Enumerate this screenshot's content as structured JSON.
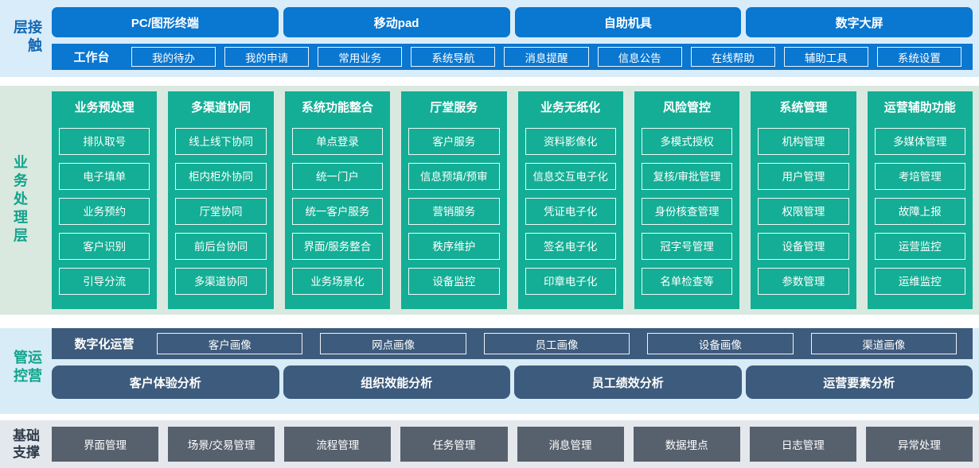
{
  "palette": {
    "blue": "#0a77d0",
    "teal": "#13ae95",
    "slate_blue": "#3d5b7c",
    "dark_gray": "#57616e",
    "contact_band_bg": "#d9ecf9",
    "business_band_bg": "#d9e9e0",
    "operation_band_bg": "#d8ecf7",
    "foundation_band_bg": "#e4e8ec",
    "teal_label_text": "#12a38c",
    "blue_label_text": "#1268b4",
    "dark_label_text": "#2e3b49"
  },
  "layers": {
    "contact": {
      "label": "接触层",
      "channels": [
        "PC/图形终端",
        "移动pad",
        "自助机具",
        "数字大屏"
      ],
      "workbench": {
        "label": "工作台",
        "items": [
          "我的待办",
          "我的申请",
          "常用业务",
          "系统导航",
          "消息提醒",
          "信息公告",
          "在线帮助",
          "辅助工具",
          "系统设置"
        ]
      }
    },
    "business": {
      "label": "业务处理层",
      "columns": [
        {
          "title": "业务预处理",
          "items": [
            "排队取号",
            "电子填单",
            "业务预约",
            "客户识别",
            "引导分流"
          ]
        },
        {
          "title": "多渠道协同",
          "items": [
            "线上线下协同",
            "柜内柜外协同",
            "厅堂协同",
            "前后台协同",
            "多渠道协同"
          ]
        },
        {
          "title": "系统功能整合",
          "items": [
            "单点登录",
            "统一门户",
            "统一客户服务",
            "界面/服务整合",
            "业务场景化"
          ]
        },
        {
          "title": "厅堂服务",
          "items": [
            "客户服务",
            "信息预填/预审",
            "营销服务",
            "秩序维护",
            "设备监控"
          ]
        },
        {
          "title": "业务无纸化",
          "items": [
            "资料影像化",
            "信息交互电子化",
            "凭证电子化",
            "签名电子化",
            "印章电子化"
          ]
        },
        {
          "title": "风险管控",
          "items": [
            "多模式授权",
            "复核/审批管理",
            "身份核查管理",
            "冠字号管理",
            "名单检查等"
          ]
        },
        {
          "title": "系统管理",
          "items": [
            "机构管理",
            "用户管理",
            "权限管理",
            "设备管理",
            "参数管理"
          ]
        },
        {
          "title": "运营辅助功能",
          "items": [
            "多媒体管理",
            "考培管理",
            "故障上报",
            "运营监控",
            "运维监控"
          ]
        }
      ]
    },
    "operation": {
      "label": "运营管控",
      "digital": {
        "label": "数字化运营",
        "items": [
          "客户画像",
          "网点画像",
          "员工画像",
          "设备画像",
          "渠道画像"
        ]
      },
      "analysis": [
        "客户体验分析",
        "组织效能分析",
        "员工绩效分析",
        "运营要素分析"
      ]
    },
    "foundation": {
      "label": "基础支撑",
      "items": [
        "界面管理",
        "场景/交易管理",
        "流程管理",
        "任务管理",
        "消息管理",
        "数据埋点",
        "日志管理",
        "异常处理"
      ]
    }
  }
}
